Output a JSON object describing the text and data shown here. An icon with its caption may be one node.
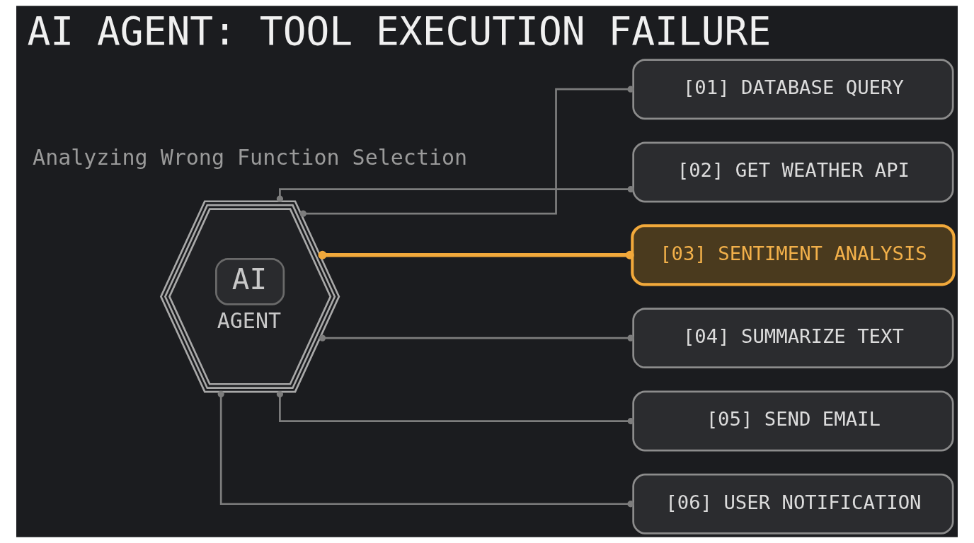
{
  "diagram": {
    "title": "AI AGENT: TOOL EXECUTION FAILURE",
    "nodes": [
      {
        "text": [
          "AI",
          "AGENT"
        ]
      },
      {
        "text": [
          "[01] DATABASE QUERY"
        ]
      },
      {
        "text": [
          "[02] GET WEATHER API"
        ]
      },
      {
        "text": [
          "[03] SENTIMENT ANALYSIS"
        ]
      },
      {
        "text": [
          "[04] SUMMARIZE TEXT"
        ]
      },
      {
        "text": [
          "[05] SEND EMAIL"
        ]
      },
      {
        "text": [
          "[06] USER NOTIFICATION"
        ]
      }
    ],
    "edges": [
      {
        "from": 0,
        "to": 1,
        "arrow": "other"
      },
      {
        "from": 0,
        "to": 2,
        "arrow": "other"
      },
      {
        "from": 0,
        "to": 3,
        "arrow": "other",
        "style": "thick",
        "color": "#f2a93b"
      },
      {
        "from": 0,
        "to": 4,
        "arrow": "other"
      },
      {
        "from": 0,
        "to": 5,
        "arrow": "other"
      },
      {
        "from": 0,
        "to": 6,
        "arrow": "other"
      }
    ],
    "labels": [
      "Analyzing Wrong Function Selection"
    ]
  }
}
